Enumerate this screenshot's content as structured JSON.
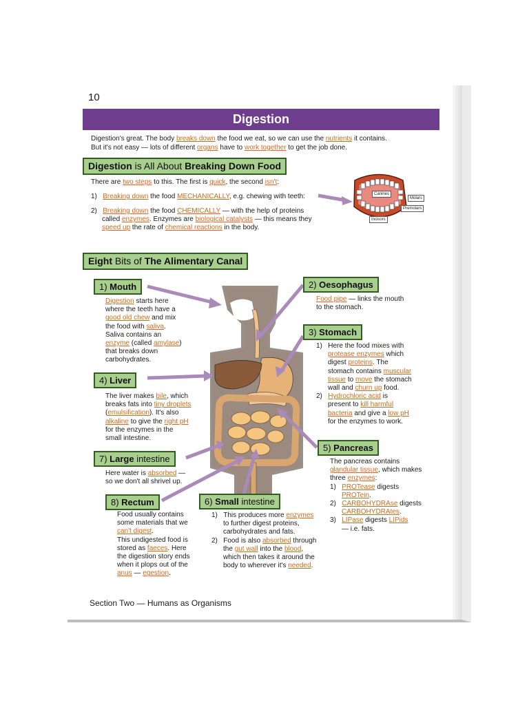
{
  "page_number": "10",
  "title": "Digestion",
  "intro": {
    "l1a": "Digestion's great.  The body ",
    "l1b": "breaks down",
    "l1c": " the food we eat, so we can use the ",
    "l1d": "nutrients",
    "l1e": " it contains.",
    "l2a": "But it's not easy — lots of different ",
    "l2b": "organs",
    "l2c": " have to ",
    "l2d": "work together",
    "l2e": " to get the job done."
  },
  "section1": {
    "h1": "Digestion",
    "h2": " is All About ",
    "h3": "Breaking Down Food",
    "p1a": "There are ",
    "p1b": "two steps",
    "p1c": " to this.  The first is ",
    "p1d": "quick",
    "p1e": ", the second ",
    "p1f": "isn't",
    "p1g": ":",
    "s1n": "1)",
    "s1a": "Breaking down",
    "s1b": " the food ",
    "s1c": "MECHANICALLY",
    "s1d": ", e.g. chewing with teeth:",
    "s2n": "2)",
    "s2a": "Breaking down",
    "s2b": " the food ",
    "s2c": "CHEMICALLY",
    "s2d": " — with the help of proteins",
    "s2e": "called ",
    "s2f": "enzymes",
    "s2g": ".  Enzymes are ",
    "s2h": "biological catalysts",
    "s2i": " — this means they",
    "s2j": "speed up",
    "s2k": " the rate of ",
    "s2l": "chemical reactions",
    "s2m": " in the body.",
    "teeth": {
      "canines": "Canines",
      "molars": "Molars",
      "premolars": "Premolars",
      "incisors": "Incisors"
    }
  },
  "section2": {
    "h1": "Eight",
    "h2": " Bits of ",
    "h3": "The Alimentary Canal"
  },
  "mouth": {
    "label_num": "1) ",
    "label": "Mouth",
    "a": "Digestion",
    "b": " starts here",
    "c": "where the teeth have a",
    "d": "good old chew",
    "e": " and mix",
    "f": "the food with ",
    "g": "saliva",
    "h": ".",
    "i": "Saliva contains an",
    "j": "enzyme",
    "k": " (called ",
    "l": "amylase",
    "m": ")",
    "n": "that breaks down",
    "o": "carbohydrates."
  },
  "oesophagus": {
    "label_num": "2) ",
    "label": "Oesophagus",
    "a": "Food pipe",
    "b": " — links the mouth",
    "c": "to the stomach."
  },
  "stomach": {
    "label_num": "3) ",
    "label": "Stomach",
    "n1": "1)",
    "a": "Here the food mixes with",
    "b": "protease enzymes",
    "c": " which",
    "d": "digest ",
    "e": "proteins",
    "f": ".  The",
    "g": "stomach contains ",
    "h": "muscular",
    "i": "tissue",
    "j": " to ",
    "k": "move",
    "l": " the stomach",
    "m": "wall and ",
    "n": "churn up",
    "o": " food.",
    "n2": "2)",
    "p": "Hydrochloric acid",
    "q": " is",
    "r": "present to ",
    "s": "kill harmful",
    "t": "bacteria",
    "u": " and give a ",
    "v": "low pH",
    "w": "for the enzymes to work."
  },
  "liver": {
    "label_num": "4) ",
    "label": "Liver",
    "a": "The liver makes ",
    "b": "bile",
    "c": ", which",
    "d": "breaks fats into ",
    "e": "tiny droplets",
    "f": "(",
    "g": "emulsification",
    "h": ").  It's also",
    "i": "alkaline",
    "j": " to give the ",
    "k": "right pH",
    "l": "for the enzymes in the",
    "m": "small intestine."
  },
  "pancreas": {
    "label_num": "5) ",
    "label": "Pancreas",
    "a": "The pancreas contains",
    "b": "glandular tissue",
    "c": ", which makes",
    "d": "three ",
    "e": "enzymes",
    "f": ":",
    "n1": "1)",
    "g": "PROTease",
    "h": " digests",
    "i": "PROTein",
    "j": ".",
    "n2": "2)",
    "k": "CARBOHYDRAse",
    "l": " digests",
    "m": "CARBOHYDRAtes",
    "n": ".",
    "n3": "3)",
    "o": "LIPase",
    "p": " digests ",
    "q": "LIPids",
    "r": "— i.e. fats."
  },
  "large": {
    "label_num": "7) ",
    "label_b": "Large",
    "label_r": " intestine",
    "a": "Here water is ",
    "b": "absorbed",
    "c": " —",
    "d": "so we don't all shrivel up."
  },
  "rectum": {
    "label_num": "8) ",
    "label": "Rectum",
    "a": "Food usually contains",
    "b": "some materials that we",
    "c": "can't digest",
    "d": ".",
    "e": "This undigested food is",
    "f": "stored as ",
    "g": "faeces",
    "h": ".  Here",
    "i": "the digestion story ends",
    "j": "when it plops out of the",
    "k": "anus",
    "l": " — ",
    "m": "egestion",
    "n": "."
  },
  "small": {
    "label_num": "6) ",
    "label_b": "Small",
    "label_r": " intestine",
    "n1": "1)",
    "a": "This produces more ",
    "b": "enzymes",
    "c": "to further digest proteins,",
    "d": "carbohydrates and fats.",
    "n2": "2)",
    "e": "Food is also ",
    "f": "absorbed",
    "g": " through",
    "h": "the ",
    "i": "gut wall",
    "j": " into the ",
    "k": "blood",
    "l": ",",
    "m": "which then takes it around the",
    "n": "body to wherever it's ",
    "o": "needed",
    "p": "."
  },
  "footer": "Section Two — Humans as Organisms",
  "colors": {
    "title_bg": "#6e3d8e",
    "header_bg": "#a9cf8e",
    "header_border": "#2f5d1f",
    "keyword": "#d36a1a",
    "arrow": "#a98ab9"
  }
}
